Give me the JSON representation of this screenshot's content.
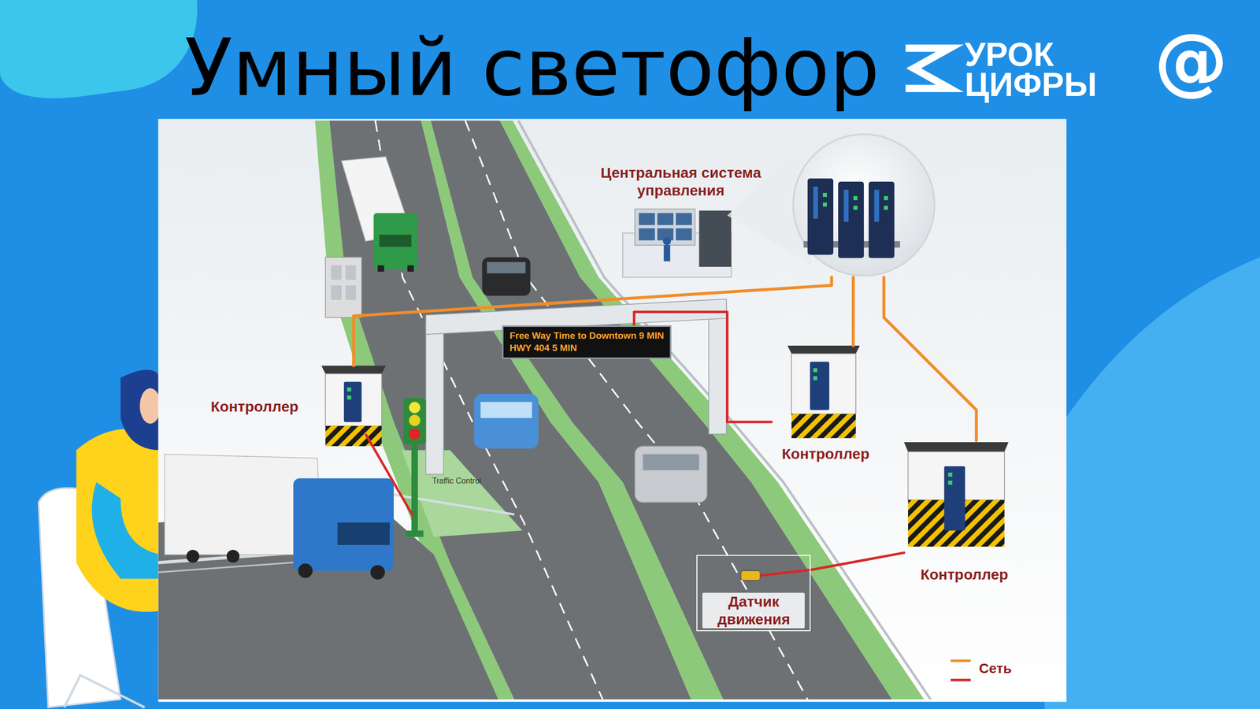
{
  "diagram": {
    "title": "Умный светофор",
    "nodes": [
      {
        "text": [
          "Центральная система управления"
        ]
      },
      {
        "text": [
          "Контроллер"
        ]
      },
      {
        "text": [
          "Контроллер"
        ]
      },
      {
        "text": [
          "Контроллер"
        ]
      },
      {
        "text": [
          "Датчик движения"
        ]
      },
      {
        "text": [
          "Free Way Time to Downtown 9 MIN",
          "HWY 404 5 MIN"
        ]
      }
    ],
    "edges": [
      {
        "from": 0,
        "to": 1,
        "arrow": "none"
      },
      {
        "from": 0,
        "to": 2,
        "arrow": "none"
      },
      {
        "from": 0,
        "to": 3,
        "arrow": "none"
      },
      {
        "from": 3,
        "to": 4,
        "arrow": "none"
      },
      {
        "from": 2,
        "to": 5,
        "arrow": "none"
      }
    ],
    "labels": [
      "УРОК ЦИФРЫ",
      "@",
      "Traffic Control"
    ],
    "legend": [
      {
        "text": "Сеть"
      }
    ]
  }
}
